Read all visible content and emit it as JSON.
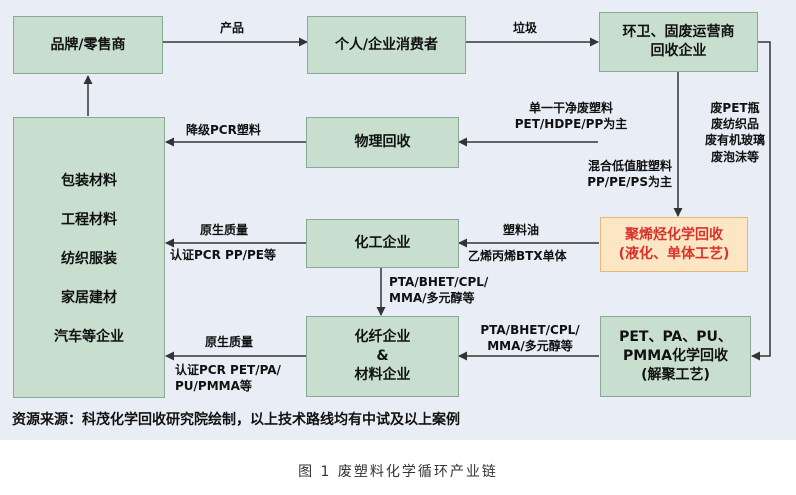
{
  "boxes": {
    "brand": "品牌/零售商",
    "consumer": "个人/企业消费者",
    "sanitation": [
      "环卫、固废运营商",
      "回收企业"
    ],
    "physical": "物理回收",
    "chemical_company": "化工企业",
    "fiber_company": [
      "化纤企业",
      "&",
      "材料企业"
    ],
    "polyolefin": [
      "聚烯烃化学回收",
      "(液化、单体工艺)"
    ],
    "pet_recycle": [
      "PET、PA、PU、",
      "PMMA化学回收",
      "(解聚工艺)"
    ],
    "industries": [
      "包装材料",
      "工程材料",
      "纺织服装",
      "家居建材",
      "汽车等企业"
    ]
  },
  "labels": {
    "product": "产品",
    "garbage": "垃圾",
    "downgrade_pcr": "降级PCR塑料",
    "clean_plastic": [
      "单一干净废塑料",
      "PET/HDPE/PP为主"
    ],
    "waste_types": [
      "废PET瓶",
      "废纺织品",
      "废有机玻璃",
      "废泡沫等"
    ],
    "mixed_plastic": [
      "混合低值脏塑料",
      "PP/PE/PS为主"
    ],
    "plastic_oil": "塑料油",
    "ebtx": "乙烯丙烯BTX单体",
    "virgin_quality_1": "原生质量",
    "cert_pcr_1": "认证PCR PP/PE等",
    "pta_mid": [
      "PTA/BHET/CPL/",
      "MMA/多元醇等"
    ],
    "pta_right": [
      "PTA/BHET/CPL/",
      "MMA/多元醇等"
    ],
    "virgin_quality_2": "原生质量",
    "cert_pcr_2": [
      "认证PCR PET/PA/",
      "PU/PMMA等"
    ]
  },
  "source_note": "资源来源：科茂化学回收研究院绘制，以上技术路线均有中试及以上案例",
  "caption": "图 1 废塑料化学循环产业链",
  "colors": {
    "panel_bg": "#e9eef6",
    "box_fill": "#c8dfcf",
    "highlight_fill": "#fde6c4",
    "highlight_text": "#d9312b",
    "arrow": "#333333"
  }
}
